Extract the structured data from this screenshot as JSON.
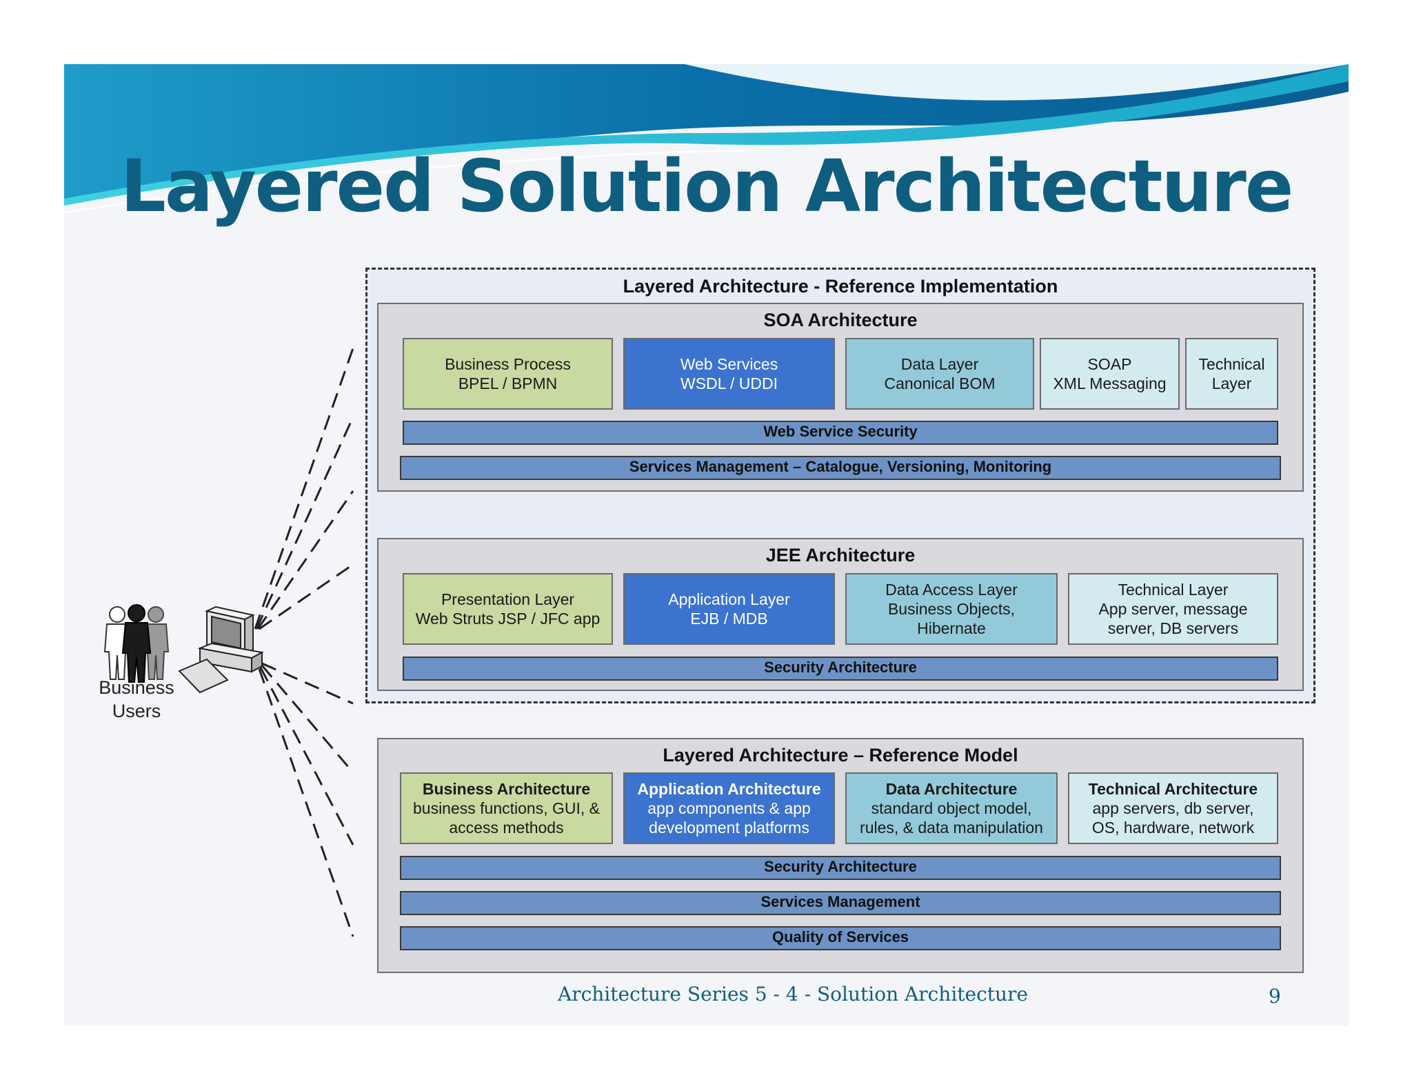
{
  "slide": {
    "title": "Layered Solution Architecture",
    "footer": "Architecture Series 5 - 4 - Solution Architecture",
    "page_number": "9"
  },
  "users": {
    "label_line1": "Business",
    "label_line2": "Users"
  },
  "reference_implementation": {
    "title": "Layered Architecture - Reference Implementation",
    "soa": {
      "title": "SOA Architecture",
      "cells": [
        {
          "line1": "Business Process",
          "line2": "BPEL / BPMN"
        },
        {
          "line1": "Web Services",
          "line2": "WSDL / UDDI"
        },
        {
          "line1": "Data Layer",
          "line2": "Canonical BOM"
        },
        {
          "line1": "SOAP",
          "line2": "XML Messaging"
        },
        {
          "line1": "Technical",
          "line2": "Layer"
        }
      ],
      "bars": [
        "Web Service Security",
        "Services Management – Catalogue, Versioning, Monitoring"
      ]
    },
    "jee": {
      "title": "JEE Architecture",
      "cells": [
        {
          "line1": "Presentation Layer",
          "line2": "Web Struts JSP / JFC app"
        },
        {
          "line1": "Application Layer",
          "line2": "EJB / MDB"
        },
        {
          "line1": "Data Access Layer",
          "line2": "Business Objects,",
          "line3": "Hibernate"
        },
        {
          "line1": "Technical Layer",
          "line2": "App server, message",
          "line3": "server, DB servers"
        }
      ],
      "bars": [
        "Security Architecture"
      ]
    }
  },
  "reference_model": {
    "title": "Layered Architecture – Reference Model",
    "cells": [
      {
        "heading": "Business Architecture",
        "line1": "business functions, GUI, &",
        "line2": "access methods"
      },
      {
        "heading": "Application Architecture",
        "line1": "app components & app",
        "line2": "development platforms"
      },
      {
        "heading": "Data Architecture",
        "line1": "standard object model,",
        "line2": "rules, & data manipulation"
      },
      {
        "heading": "Technical Architecture",
        "line1": "app servers, db server,",
        "line2": "OS, hardware, network"
      }
    ],
    "bars": [
      "Security Architecture",
      "Services Management",
      "Quality of Services"
    ]
  },
  "colors": {
    "title": "#0f5e7f",
    "green_cell": "#c9d9a2",
    "blue_cell": "#3b73cf",
    "teal_cell": "#93cada",
    "pale_cell": "#d3ebef",
    "bar": "#6d93c6"
  }
}
